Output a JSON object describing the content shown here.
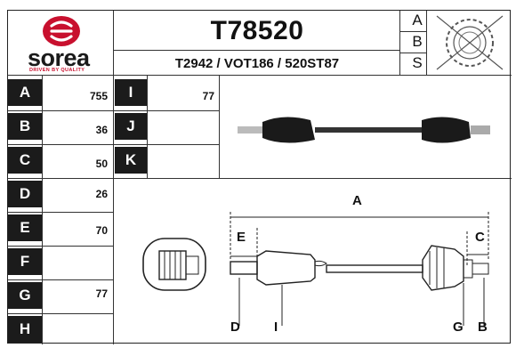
{
  "header": {
    "part_number": "T78520",
    "references": "T2942 / VOT186 / 520ST87",
    "abs_letters": [
      "A",
      "B",
      "S"
    ]
  },
  "logo": {
    "brand": "sorea",
    "tagline": "DRIVEN BY QUALITY",
    "color": "#c8102e"
  },
  "specs_left": [
    {
      "label": "A",
      "value": "755"
    },
    {
      "label": "B",
      "value": "36"
    },
    {
      "label": "C",
      "value": "50"
    },
    {
      "label": "D",
      "value": "26"
    },
    {
      "label": "E",
      "value": "70"
    },
    {
      "label": "F",
      "value": ""
    },
    {
      "label": "G",
      "value": "77"
    },
    {
      "label": "H",
      "value": ""
    }
  ],
  "specs_right": [
    {
      "label": "I",
      "value": "77"
    },
    {
      "label": "J",
      "value": ""
    },
    {
      "label": "K",
      "value": ""
    }
  ],
  "diagram": {
    "dimension_labels": [
      "A",
      "E",
      "C",
      "D",
      "I",
      "G",
      "B"
    ]
  }
}
